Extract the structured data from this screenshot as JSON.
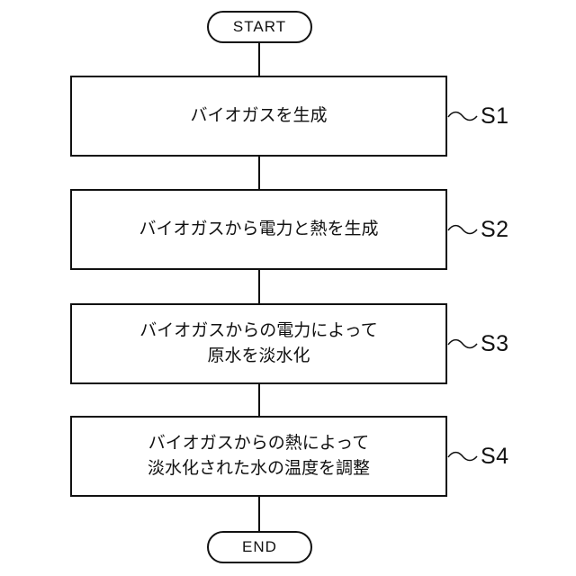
{
  "diagram": {
    "title": "biogas-desalination-flowchart",
    "start_label": "START",
    "end_label": "END",
    "steps": [
      {
        "id": "S1",
        "lines": [
          "バイオガスを生成",
          ""
        ]
      },
      {
        "id": "S2",
        "lines": [
          "バイオガスから電力と熱を生成",
          ""
        ]
      },
      {
        "id": "S3",
        "lines": [
          "バイオガスからの電力によって",
          "原水を淡水化"
        ]
      },
      {
        "id": "S4",
        "lines": [
          "バイオガスからの熱によって",
          "淡水化された水の温度を調整"
        ]
      }
    ],
    "colors": {
      "line": "#111111",
      "background": "#ffffff"
    }
  }
}
